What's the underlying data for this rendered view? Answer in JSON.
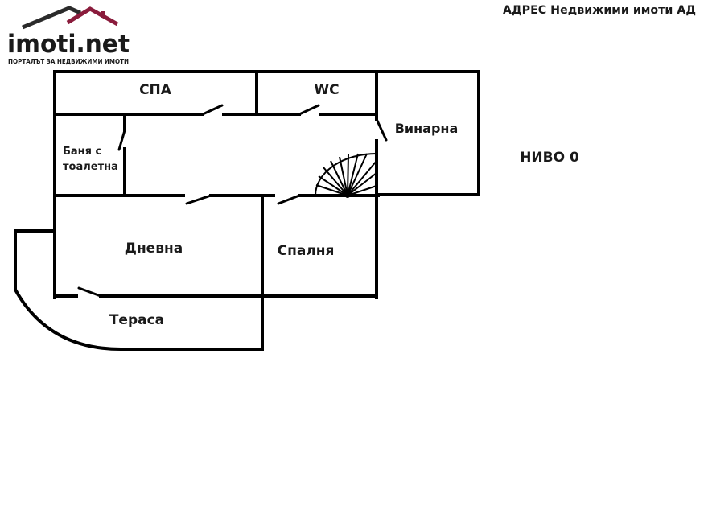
{
  "watermark": {
    "logo_text": "imoti.net",
    "tagline": "ПОРТАЛЪТ ЗА НЕДВИЖИМИ ИМОТИ",
    "copyright": "АДРЕС Недвижими имоти АД",
    "colors": {
      "roof_dark": "#2b2b2b",
      "roof_accent": "#8a1c3c",
      "text": "#1a1a1a"
    }
  },
  "plan": {
    "level_label": "НИВО 0",
    "rooms": {
      "spa": "СПА",
      "wc": "WC",
      "wine_cellar": "Винарна",
      "bathroom_line1": "Баня с",
      "bathroom_line2": "тоалетна",
      "living_room": "Дневна",
      "bedroom": "Спалня",
      "terrace": "Тераса"
    },
    "colors": {
      "walls": "#000000",
      "background": "#ffffff"
    }
  }
}
